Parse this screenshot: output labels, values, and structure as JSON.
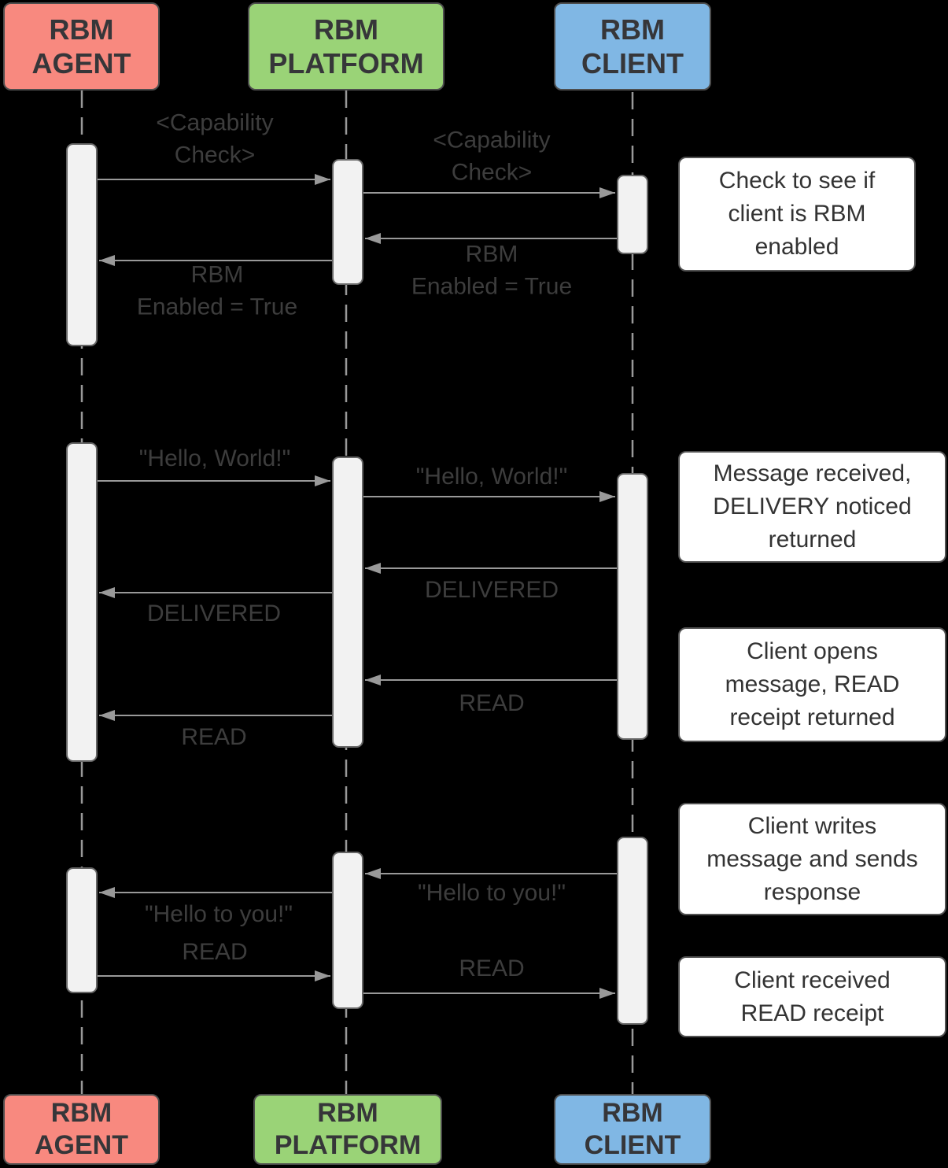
{
  "colors": {
    "background": "#000000",
    "agent_fill": "#F8897F",
    "platform_fill": "#9AD377",
    "client_fill": "#80B7E4",
    "activation_fill": "#F2F2F2",
    "arrow": "#999999",
    "label_text": "#3D3D3D",
    "note_text": "#333333"
  },
  "actors": {
    "agent": {
      "label": "RBM\nAGENT"
    },
    "platform": {
      "label": "RBM\nPLATFORM"
    },
    "client": {
      "label": "RBM\nCLIENT"
    }
  },
  "messages": [
    {
      "from": "agent",
      "to": "platform",
      "label": "<Capability\nCheck>"
    },
    {
      "from": "platform",
      "to": "client",
      "label": "<Capability\nCheck>"
    },
    {
      "from": "client",
      "to": "platform",
      "label": "RBM\nEnabled = True"
    },
    {
      "from": "platform",
      "to": "agent",
      "label": "RBM\nEnabled = True"
    },
    {
      "from": "agent",
      "to": "platform",
      "label": "\"Hello, World!\""
    },
    {
      "from": "platform",
      "to": "client",
      "label": "\"Hello, World!\""
    },
    {
      "from": "client",
      "to": "platform",
      "label": "DELIVERED"
    },
    {
      "from": "platform",
      "to": "agent",
      "label": "DELIVERED"
    },
    {
      "from": "client",
      "to": "platform",
      "label": "READ"
    },
    {
      "from": "platform",
      "to": "agent",
      "label": "READ"
    },
    {
      "from": "client",
      "to": "platform",
      "label": "\"Hello to you!\""
    },
    {
      "from": "platform",
      "to": "agent",
      "label": "\"Hello to you!\""
    },
    {
      "from": "agent",
      "to": "platform",
      "label": "READ"
    },
    {
      "from": "platform",
      "to": "client",
      "label": "READ"
    }
  ],
  "notes": [
    {
      "text": "Check to see if\nclient is RBM\nenabled"
    },
    {
      "text": "Message received,\nDELIVERY noticed\nreturned"
    },
    {
      "text": "Client opens\nmessage, READ\nreceipt returned"
    },
    {
      "text": "Client writes\nmessage and sends\nresponse"
    },
    {
      "text": "Client received\nREAD receipt"
    }
  ]
}
